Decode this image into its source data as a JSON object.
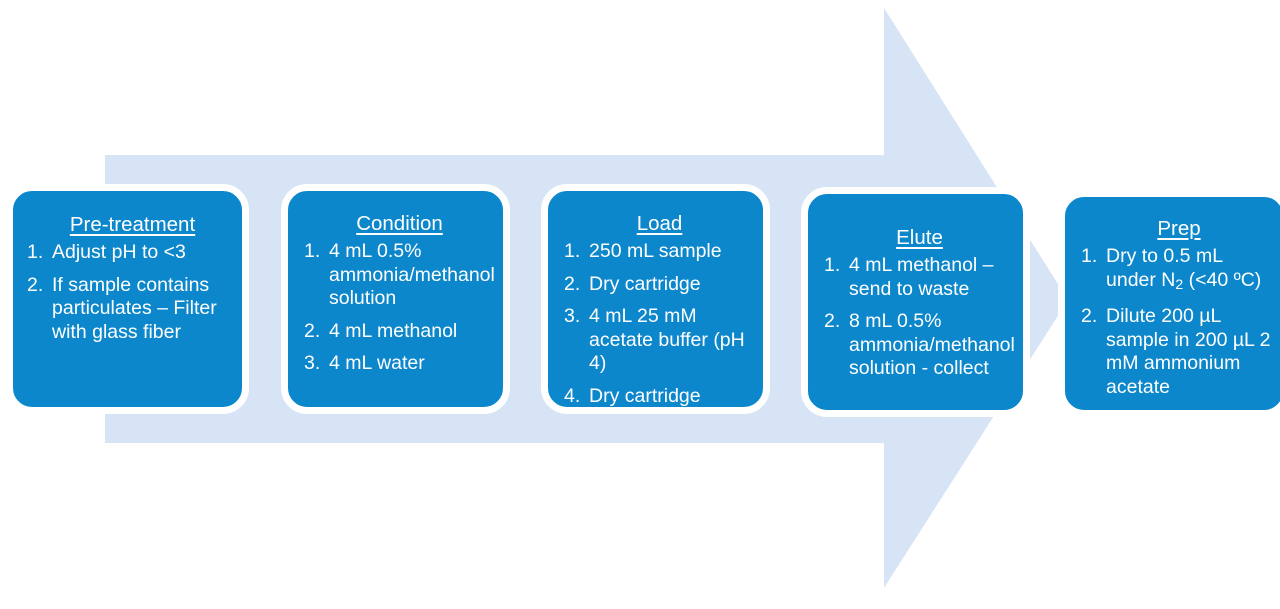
{
  "diagram": {
    "title": "Solid phase extraction workflow arrow diagram",
    "arrow": {
      "name": "right-arrow-background",
      "fill_color": "#d6e4f5"
    },
    "box_style": {
      "fill_color": "#0c87cc",
      "border_color": "#ffffff",
      "text_color": "#ffffff"
    },
    "steps": [
      {
        "id": "pre-treatment",
        "title": "Pre-treatment",
        "items": [
          {
            "num": "1.",
            "text": "Adjust pH to <3"
          },
          {
            "num": "2.",
            "text": "If sample contains particulates – Filter with glass fiber"
          }
        ]
      },
      {
        "id": "condition",
        "title": "Condition",
        "items": [
          {
            "num": "1.",
            "text": "4 mL 0.5% ammonia/methanol solution"
          },
          {
            "num": "2.",
            "text": "4 mL methanol"
          },
          {
            "num": "3.",
            "text": "4 mL water"
          }
        ]
      },
      {
        "id": "load",
        "title": "Load",
        "items": [
          {
            "num": "1.",
            "text": "250 mL sample"
          },
          {
            "num": "2.",
            "text": "Dry cartridge"
          },
          {
            "num": "3.",
            "text": "4 mL 25 mM acetate buffer (pH 4)"
          },
          {
            "num": "4.",
            "text": "Dry cartridge"
          }
        ]
      },
      {
        "id": "elute",
        "title": "Elute",
        "items": [
          {
            "num": "1.",
            "text": "4 mL methanol – send to waste"
          },
          {
            "num": "2.",
            "text": "8 mL 0.5% ammonia/methanol solution - collect"
          }
        ]
      },
      {
        "id": "prep",
        "title": "Prep",
        "items": [
          {
            "num": "1.",
            "text_pre": "Dry to 0.5 mL under N",
            "sub": "2",
            "text_post": " (<40 ºC)"
          },
          {
            "num": "2.",
            "text": "Dilute 200 µL sample in 200 µL 2 mM ammonium acetate"
          }
        ]
      }
    ]
  }
}
